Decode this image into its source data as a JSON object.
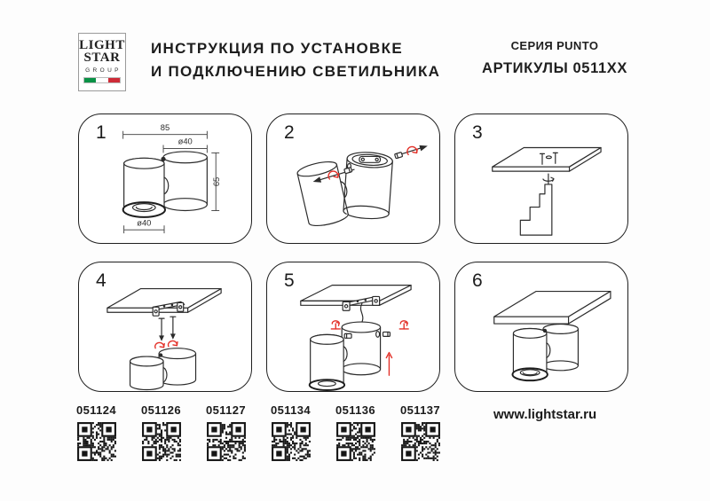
{
  "header": {
    "logo": {
      "line1": "LIGHT",
      "line2": "STAR",
      "line3": "GROUP"
    },
    "title_line1": "ИНСТРУКЦИЯ ПО УСТАНОВКЕ",
    "title_line2": "И ПОДКЛЮЧЕНИЮ СВЕТИЛЬНИКА",
    "series": "СЕРИЯ PUNTO",
    "articles_label": "АРТИКУЛЫ 0511XX"
  },
  "steps": [
    {
      "number": "1"
    },
    {
      "number": "2"
    },
    {
      "number": "3"
    },
    {
      "number": "4"
    },
    {
      "number": "5"
    },
    {
      "number": "6"
    }
  ],
  "dimensions": {
    "width_total": "85",
    "diameter_top": "ø40",
    "height": "65",
    "diameter_bottom": "ø40"
  },
  "footer": {
    "articles": [
      {
        "code": "051124"
      },
      {
        "code": "051126"
      },
      {
        "code": "051127"
      },
      {
        "code": "051134"
      },
      {
        "code": "051136"
      },
      {
        "code": "051137"
      }
    ],
    "website": "www.lightstar.ru"
  },
  "colors": {
    "line": "#2b2b2b",
    "accent_red": "#e33028",
    "flag_green": "#0a9246",
    "flag_white": "#ffffff",
    "flag_red": "#ce2b37"
  }
}
